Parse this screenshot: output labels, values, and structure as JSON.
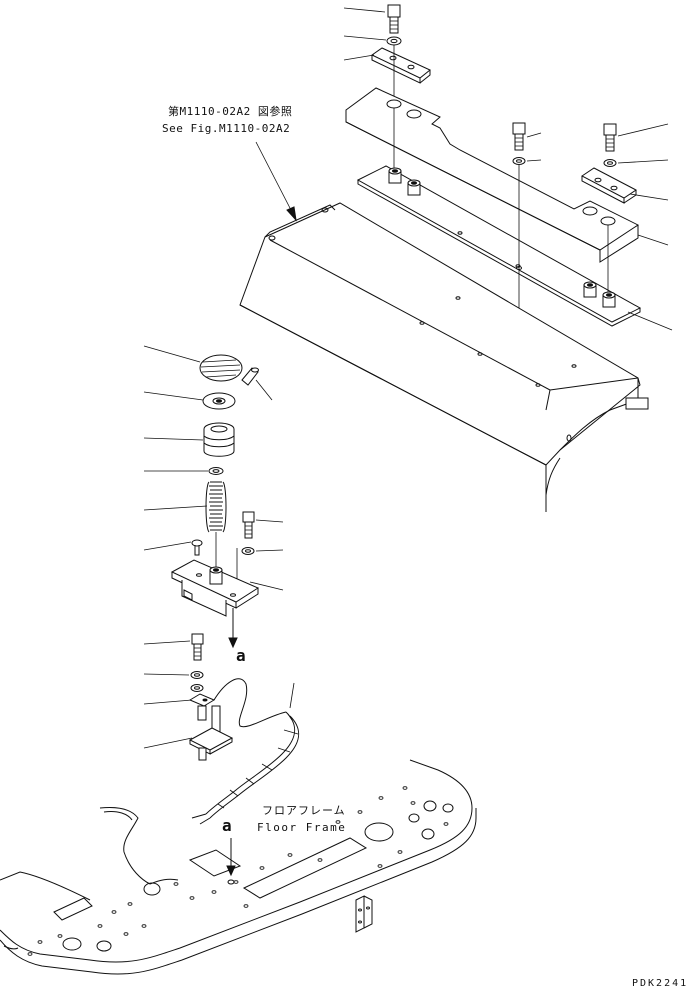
{
  "references": {
    "see_fig_jp": "第M1110-02A2 図参照",
    "see_fig_en": "See Fig.M1110-02A2"
  },
  "floor_frame": {
    "label_jp": "フロアフレーム",
    "label_en": "Floor Frame"
  },
  "markers": {
    "connection_a_top": "a",
    "connection_a_bottom": "a"
  },
  "drawing_code": "PDK2241"
}
